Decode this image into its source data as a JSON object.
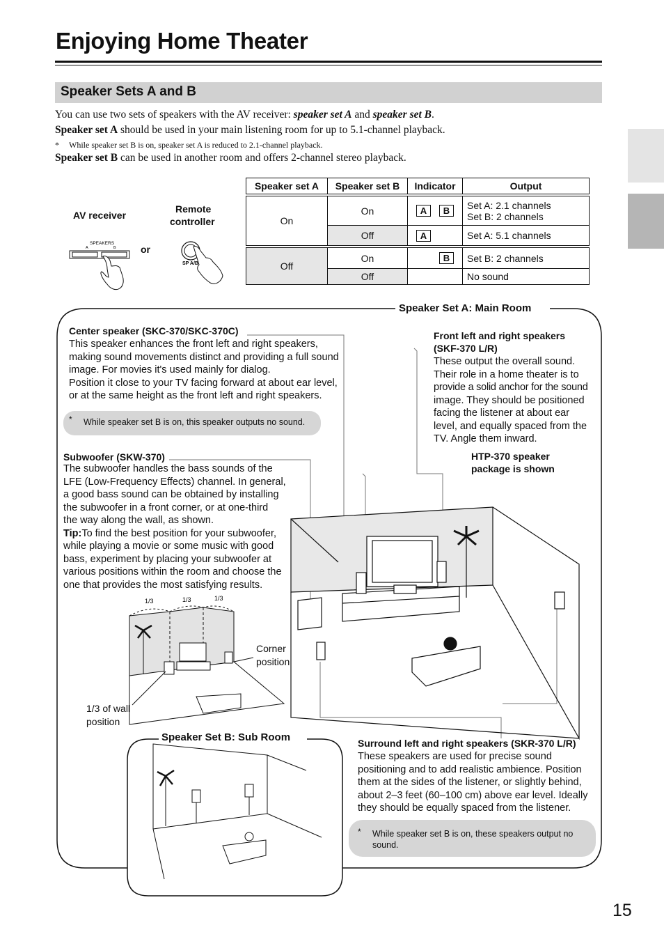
{
  "title": "Enjoying Home Theater",
  "section": "Speaker Sets A and B",
  "intro": {
    "l1_a": "You can use two sets of speakers with the AV receiver: ",
    "l1_b": "speaker set A",
    "l1_c": " and ",
    "l1_d": "speaker set B",
    "l1_e": ".",
    "l2_a": "Speaker set A",
    "l2_b": " should be used in your main listening room for up to 5.1-channel playback.",
    "star": "*",
    "note": "While speaker set B is on, speaker set A is reduced to 2.1-channel playback.",
    "l3_a": "Speaker set B",
    "l3_b": " can be used in another room and offers 2-channel stereo playback."
  },
  "controls": {
    "av_receiver": "AV receiver",
    "remote_l1": "Remote",
    "remote_l2": "controller",
    "or": "or",
    "speakers_label": "SPEAKERS",
    "a": "A",
    "b": "B",
    "sp_ab": "SP A/B"
  },
  "table": {
    "headers": [
      "Speaker set A",
      "Speaker set B",
      "Indicator",
      "Output"
    ],
    "on": "On",
    "off": "Off",
    "ind_a": "A",
    "ind_b": "B",
    "out1a": "Set A: 2.1 channels",
    "out1b": "Set B: 2 channels",
    "out2": "Set A: 5.1 channels",
    "out3": "Set B: 2 channels",
    "out4": "No sound"
  },
  "main_room": {
    "title": "Speaker Set A: Main Room",
    "center_heading": "Center speaker (SKC-370/SKC-370C)",
    "center_lines": [
      "This speaker enhances the front left and right speakers,",
      "making sound movements distinct and providing a full sound",
      "image. For movies it's used mainly for dialog.",
      "Position it close to your TV facing forward at about ear level,",
      "or at the same height as the front left and right speakers."
    ],
    "center_note_star": "*",
    "center_note": "While speaker set B is on, this speaker outputs no sound.",
    "front_heading_1": "Front left and right speakers",
    "front_heading_2": "(SKF-370 L/R)",
    "front_lines": [
      "These output the overall sound.",
      "Their role in a home theater is to",
      "provide a solid anchor for the sound",
      "image. They should be positioned",
      "facing the listener at about ear",
      "level, and equally spaced from the",
      "TV. Angle them inward."
    ],
    "htp_1": "HTP-370 speaker",
    "htp_2": "package is shown",
    "sub_heading": "Subwoofer (SKW-370)",
    "sub_lines": [
      "The subwoofer handles the bass sounds of the",
      "LFE (Low-Frequency Effects) channel. In general,",
      "a good bass sound can be obtained by installing",
      "the subwoofer in a front corner, or at one-third",
      "the way along the wall, as shown."
    ],
    "tip_label": "Tip:",
    "tip_first": "To find the best position for your subwoofer,",
    "tip_lines": [
      "while playing a movie or some music with good",
      "bass, experiment by placing your subwoofer at",
      "various positions within the room and choose the",
      "one that provides the most satisfying results."
    ],
    "third": "1/3",
    "corner_1": "Corner",
    "corner_2": "position",
    "wall_1": "1/3 of wall",
    "wall_2": "position",
    "surround_heading": "Surround left and right speakers (SKR-370 L/R)",
    "surround_lines": [
      "These speakers are used for precise sound",
      "positioning and to add realistic ambience. Position",
      "them at the sides of the listener, or slightly behind,",
      "about 2–3 feet (60–100 cm) above ear level. Ideally",
      "they should be equally spaced from the listener."
    ],
    "surround_note_star": "*",
    "surround_note_1": "While speaker set B is on, these speakers output no",
    "surround_note_2": "sound."
  },
  "sub_room": {
    "title": "Speaker Set B: Sub Room"
  },
  "page_number": "15"
}
